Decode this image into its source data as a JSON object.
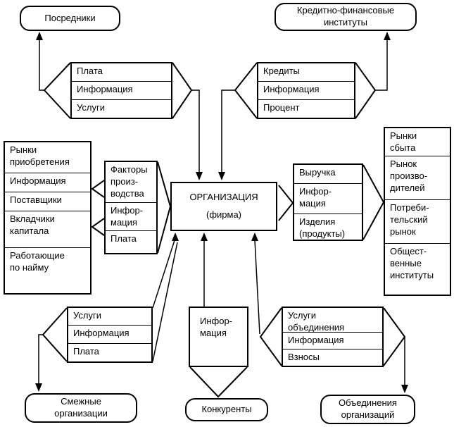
{
  "diagram": {
    "nodes": {
      "intermediaries": "Посредники",
      "credit_institutions": "Кредитно-финансовые\nинституты",
      "organization": "ОРГАНИЗАЦИЯ\n(фирма)",
      "info_center": "Инфор-\nмация",
      "adjacent_orgs": "Смежные\nорганизации",
      "competitors": "Конкуренты",
      "org_associations": "Объединения\nорганизаций"
    },
    "ribbons": {
      "pay_info_services": {
        "rows": [
          "Плата",
          "Информация",
          "Услуги"
        ]
      },
      "credits_info_percent": {
        "rows": [
          "Кредиты",
          "Информация",
          "Процент"
        ]
      },
      "acquisition_markets": {
        "title": "Рынки\nприобретения",
        "rows": [
          "Информация",
          "Поставщики",
          "Вкладчики\nкапитала",
          "Работающие\nпо найму"
        ]
      },
      "production_factors": {
        "rows": [
          "Факторы\nпроиз-\nводства",
          "Инфор-\nмация",
          "Плата"
        ]
      },
      "revenue": {
        "rows": [
          "Выручка",
          "Инфор-\nмация",
          "Изделия\n(продукты)"
        ]
      },
      "sales_markets": {
        "title": "Рынки\nсбыта",
        "rows": [
          "Рынок\nпроизво-\nдителей",
          "Потреби-\nтельский\nрынок",
          "Общест-\nвенные\nинституты"
        ]
      },
      "services_info_pay": {
        "rows": [
          "Услуги",
          "Информация",
          "Плата"
        ]
      },
      "union_services": {
        "rows": [
          "Услуги\nобъединения",
          "Информация",
          "Взносы"
        ]
      }
    },
    "colors": {
      "line": "#000000",
      "background": "#ffffff"
    }
  }
}
